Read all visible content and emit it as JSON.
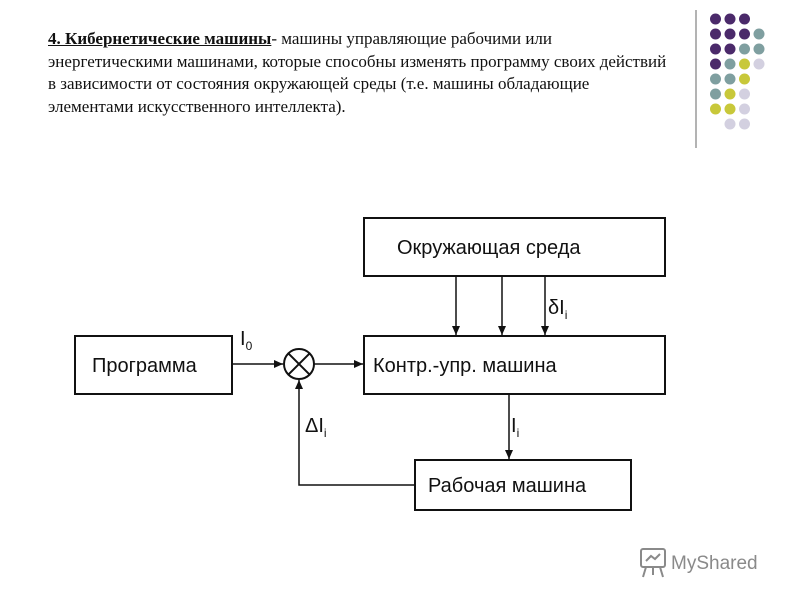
{
  "slide": {
    "heading": "4. Кибернетические машины",
    "body": "- машины управляющие рабочими или энергетическими машинами, которые способны изменять программу своих действий в зависимости от состояния окружающей среды (т.е. машины обладающие элементами искусственного интеллекта)."
  },
  "diagram": {
    "environment": "Окружающая среда",
    "program": "Программа",
    "controller": "Контр.-упр. машина",
    "worker": "Рабочая машина",
    "signal_i0": {
      "symbol": "I",
      "sub": "0"
    },
    "signal_di": {
      "symbol": "δI",
      "sub": "i"
    },
    "signal_ii": {
      "symbol": "I",
      "sub": "i"
    },
    "signal_delta": {
      "symbol": "ΔI",
      "sub": "i"
    }
  },
  "decor": {
    "dot_colors": {
      "purple": "#4b2a6a",
      "teal": "#7f9fa0",
      "olive": "#c8c83a",
      "lavender": "#d3d0e0"
    }
  },
  "watermark": {
    "brand": "MyShared"
  }
}
